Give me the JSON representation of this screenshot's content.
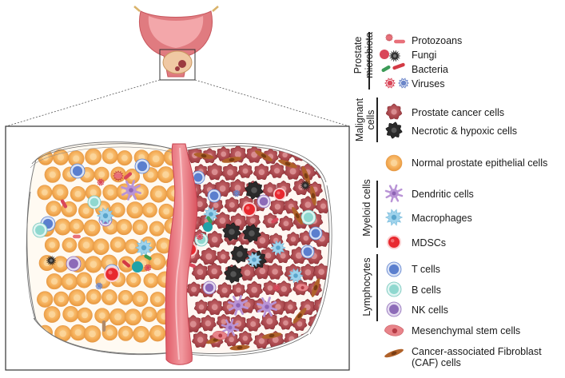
{
  "legend": {
    "groups": [
      {
        "id": "microbiota",
        "label": "Prostate microbiota",
        "lines": [
          "Prostate",
          "microbiota"
        ]
      },
      {
        "id": "malignant",
        "label": "Malignant cells",
        "lines": [
          "Malignant",
          "cells"
        ]
      },
      {
        "id": "myeloid",
        "label": "Myeloid cells",
        "lines": [
          "Myeloid cells"
        ]
      },
      {
        "id": "lymphocytes",
        "label": "Lymphocytes",
        "lines": [
          "Lymphocytes"
        ]
      }
    ],
    "items": [
      {
        "id": "protozoans",
        "label": "Protozoans"
      },
      {
        "id": "fungi",
        "label": "Fungi"
      },
      {
        "id": "bacteria",
        "label": "Bacteria"
      },
      {
        "id": "viruses",
        "label": "Viruses"
      },
      {
        "id": "prostate_cancer",
        "label": "Prostate cancer cells"
      },
      {
        "id": "necrotic",
        "label": "Necrotic & hypoxic cells"
      },
      {
        "id": "normal_epithelial",
        "label": "Normal prostate epithelial cells"
      },
      {
        "id": "dendritic",
        "label": "Dendritic cells"
      },
      {
        "id": "macrophages",
        "label": "Macrophages"
      },
      {
        "id": "mdscs",
        "label": "MDSCs"
      },
      {
        "id": "t_cells",
        "label": "T cells"
      },
      {
        "id": "b_cells",
        "label": "B cells"
      },
      {
        "id": "nk_cells",
        "label": "NK cells"
      },
      {
        "id": "msc",
        "label": "Mesenchymal stem cells"
      },
      {
        "id": "caf",
        "label": "Cancer-associated Fibroblast (CAF) cells",
        "lines": [
          "Cancer-associated Fibroblast",
          "(CAF) cells"
        ]
      }
    ]
  },
  "colors": {
    "normal_epithelial": "#f6b25e",
    "prostate_cancer": "#b3494f",
    "necrotic": "#2c2c2c",
    "dendritic": "#b994d6",
    "macrophages": "#9fd3ec",
    "mdscs": "#e8292f",
    "t_cells": "#5b7fce",
    "b_cells": "#8fd8cf",
    "nk_cells": "#8d6bb8",
    "msc": "#e8848a",
    "caf": "#b0622a",
    "urethra": "#e96f79",
    "bladder": "#e58a8e"
  },
  "icons": [
    "bladder-icon",
    "protozoan-icon",
    "fungi-icon",
    "bacteria-icon",
    "virus-icon",
    "cancer-cell-icon",
    "necrotic-cell-icon",
    "epithelial-cell-icon",
    "dendritic-cell-icon",
    "macrophage-icon",
    "mdsc-icon",
    "t-cell-icon",
    "b-cell-icon",
    "nk-cell-icon",
    "msc-icon",
    "caf-icon"
  ]
}
